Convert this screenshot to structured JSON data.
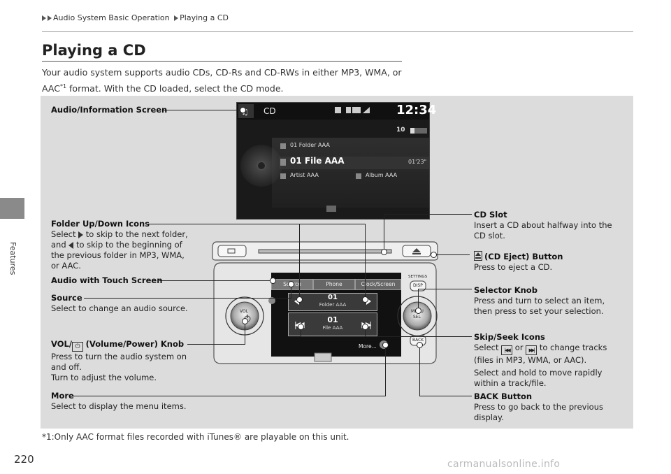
{
  "breadcrumb": {
    "part1": "Audio System Basic Operation",
    "part2": "Playing a CD"
  },
  "side_label": "Features",
  "page": {
    "title": "Playing a CD",
    "number": "220"
  },
  "intro": {
    "line1": "Your audio system supports audio CDs, CD-Rs and CD-RWs in either MP3, WMA, or",
    "line2_a": "AAC",
    "line2_sup": "*1",
    "line2_b": " format. With the CD loaded, select the CD mode."
  },
  "screen": {
    "source": "CD",
    "clock": "12:34",
    "track_num": "10",
    "folder": "01   Folder AAA",
    "file": "01 File AAA",
    "time": "01'23\"",
    "artist": "Artist AAA",
    "album": "Album AAA"
  },
  "touch_screen": {
    "source_btn": "Source",
    "phone_btn": "Phone",
    "clock_btn": "Clock/Screen",
    "folder_num": "01",
    "folder_name": "Folder AAA",
    "file_num": "01",
    "file_name": "File AAA",
    "more_btn": "More..."
  },
  "panel_buttons": {
    "settings": "SETTINGS",
    "disp": "DISP",
    "menu": "MENU",
    "sel": "SEL",
    "back": "BACK",
    "vol": "VOL"
  },
  "labels": {
    "audio_info_screen": "Audio/Information Screen",
    "folder_icons_title": "Folder Up/Down Icons",
    "folder_icons_l1a": "Select",
    "folder_icons_l1b": "to skip to the next folder,",
    "folder_icons_l2a": "and",
    "folder_icons_l2b": "to skip to the beginning of",
    "folder_icons_l3": "the previous folder in MP3, WMA,",
    "folder_icons_l4": "or AAC.",
    "audio_touch_screen": "Audio with Touch Screen",
    "source_title": "Source",
    "source_desc": "Select to change an audio source.",
    "vol_title_a": "VOL/",
    "vol_title_b": "(Volume/Power) Knob",
    "vol_l1": "Press to turn the audio system on",
    "vol_l2": "and off.",
    "vol_l3": "Turn to adjust the volume.",
    "more_title": "More",
    "more_desc": "Select to display the menu items.",
    "cd_slot_title": "CD Slot",
    "cd_slot_l1": "Insert a CD about halfway into the",
    "cd_slot_l2": "CD slot.",
    "eject_title": "(CD Eject) Button",
    "eject_desc": "Press to eject a CD.",
    "selector_title": "Selector Knob",
    "selector_l1": "Press and turn to select an item,",
    "selector_l2": "then press to set your selection.",
    "skip_title": "Skip/Seek Icons",
    "skip_l1a": "Select",
    "skip_l1b": "or",
    "skip_l1c": "to change tracks",
    "skip_l2": "(files in MP3, WMA, or AAC).",
    "skip_l3": "Select and hold to move rapidly",
    "skip_l4": "within a track/file.",
    "back_title": "BACK Button",
    "back_l1": "Press to go back to the previous",
    "back_l2": "display."
  },
  "footnote": "*1:Only AAC format files recorded with iTunes® are playable on this unit.",
  "watermark": "carmanualsonline.info"
}
